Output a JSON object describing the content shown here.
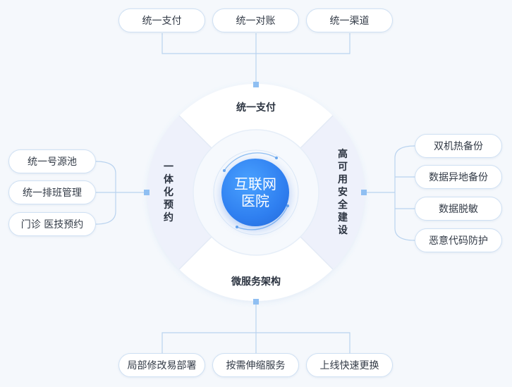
{
  "center": {
    "line1": "互联网",
    "line2": "医院"
  },
  "segments": {
    "top": "统一支付",
    "bottom": "微服务架构",
    "left": "一体化预约",
    "right": "高可用安全建设"
  },
  "branches": {
    "top": [
      "统一支付",
      "统一对账",
      "统一渠道"
    ],
    "bottom": [
      "局部修改易部署",
      "按需伸缩服务",
      "上线快速更换"
    ],
    "left": [
      "统一号源池",
      "统一排班管理",
      "门诊 医技预约"
    ],
    "right": [
      "双机热备份",
      "数据异地备份",
      "数据脱敏",
      "恶意代码防护"
    ]
  },
  "colors": {
    "accent": "#2f7ff0",
    "line": "#b9d3ef",
    "node": "#8fbff2",
    "segment_fill": "#eef1fb",
    "ring_fill": "#ffffff"
  }
}
